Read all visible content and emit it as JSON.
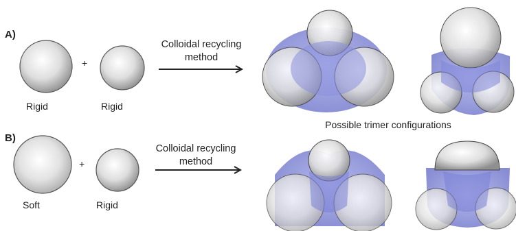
{
  "panels": {
    "a": {
      "label": "A)",
      "particle_1": "Rigid",
      "plus": "+",
      "particle_2": "Rigid",
      "process_line1": "Colloidal recycling",
      "process_line2": "method"
    },
    "b": {
      "label": "B)",
      "particle_1": "Soft",
      "plus": "+",
      "particle_2": "Rigid",
      "process_line1": "Colloidal recycling",
      "process_line2": "method"
    }
  },
  "caption": "Possible trimer configurations",
  "colors": {
    "sphere_light": "#ffffff",
    "sphere_mid": "#d9d9d9",
    "sphere_dark": "#8c8c8c",
    "blob": "#7a80d6",
    "text": "#222222"
  }
}
